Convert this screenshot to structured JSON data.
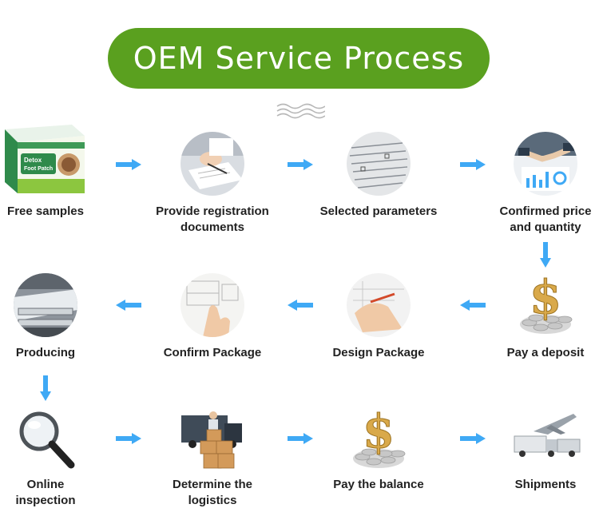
{
  "title": "OEM Service Process",
  "colors": {
    "accent": "#5aa01f",
    "arrow": "#3fa9f5"
  },
  "steps": [
    {
      "label_lines": [
        "Free samples"
      ],
      "icon": "detox-box-icon"
    },
    {
      "label_lines": [
        "Provide registration",
        "documents"
      ],
      "icon": "documents-signing-icon"
    },
    {
      "label_lines": [
        "Selected parameters"
      ],
      "icon": "form-paper-icon"
    },
    {
      "label_lines": [
        "Confirmed price",
        "and quantity"
      ],
      "icon": "handshake-icon"
    },
    {
      "label_lines": [
        "Pay a deposit"
      ],
      "icon": "dollar-coins-icon"
    },
    {
      "label_lines": [
        "Design Package"
      ],
      "icon": "drawing-hand-icon"
    },
    {
      "label_lines": [
        "Confirm Package"
      ],
      "icon": "blueprint-hand-icon"
    },
    {
      "label_lines": [
        "Producing"
      ],
      "icon": "printing-machine-icon"
    },
    {
      "label_lines": [
        "Online",
        "inspection"
      ],
      "icon": "magnifier-icon"
    },
    {
      "label_lines": [
        "Determine the",
        "logistics"
      ],
      "icon": "delivery-boxes-icon"
    },
    {
      "label_lines": [
        "Pay the balance"
      ],
      "icon": "dollar-coins-icon"
    },
    {
      "label_lines": [
        "Shipments"
      ],
      "icon": "truck-plane-icon"
    }
  ],
  "box_text": {
    "line1": "Detox",
    "line2": "Foot Patch"
  }
}
